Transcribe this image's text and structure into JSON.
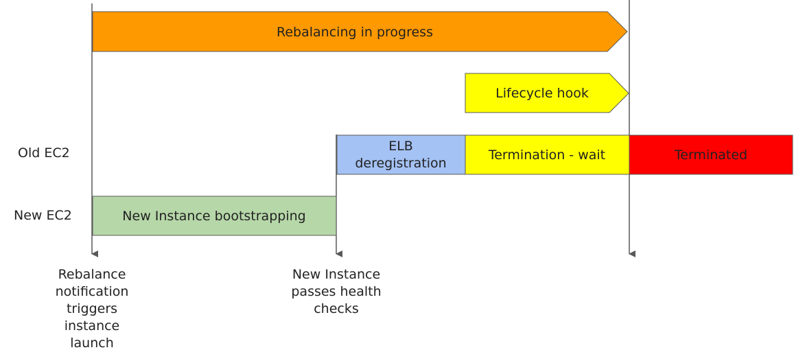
{
  "phases": {
    "rebalancing": {
      "label": "Rebalancing in progress",
      "color": "#FF9900"
    },
    "lifecycle_hook": {
      "label": "Lifecycle hook",
      "color": "#FFFF00"
    },
    "elb_deregistration": {
      "line1": "ELB",
      "line2": "deregistration",
      "color": "#A4C2F4"
    },
    "termination_wait": {
      "label": "Termination - wait",
      "color": "#FFFF00"
    },
    "terminated": {
      "label": "Terminated",
      "color": "#FF0000"
    },
    "bootstrapping": {
      "label": "New Instance bootstrapping",
      "color": "#B6D7A8"
    }
  },
  "rows": {
    "old": "Old EC2",
    "new": "New EC2"
  },
  "events": {
    "rebalance": [
      "Rebalance",
      "notification",
      "triggers",
      "instance",
      "launch"
    ],
    "health": [
      "New Instance",
      "passes health",
      "checks"
    ]
  }
}
